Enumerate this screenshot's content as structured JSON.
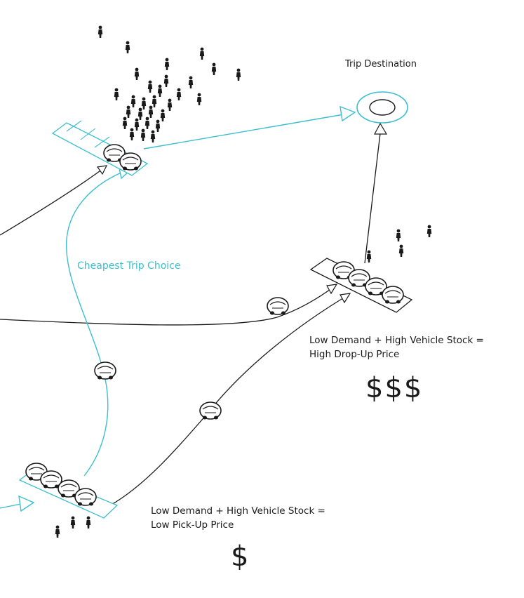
{
  "labels": {
    "destination": "Trip Destination",
    "cheapest": "Cheapest Trip Choice",
    "high_line1": "Low Demand + High Vehicle Stock =",
    "high_line2": "High Drop-Up Price",
    "high_price": "$$$",
    "low_line1": "Low Demand + High Vehicle Stock =",
    "low_line2": "Low Pick-Up Price",
    "low_price": "$"
  },
  "colors": {
    "accent": "#3bbfcf",
    "ink": "#1a1a1a"
  },
  "icons": {
    "vehicle": "pod-car-icon",
    "person": "pedestrian-icon",
    "destination": "destination-ring-icon"
  }
}
